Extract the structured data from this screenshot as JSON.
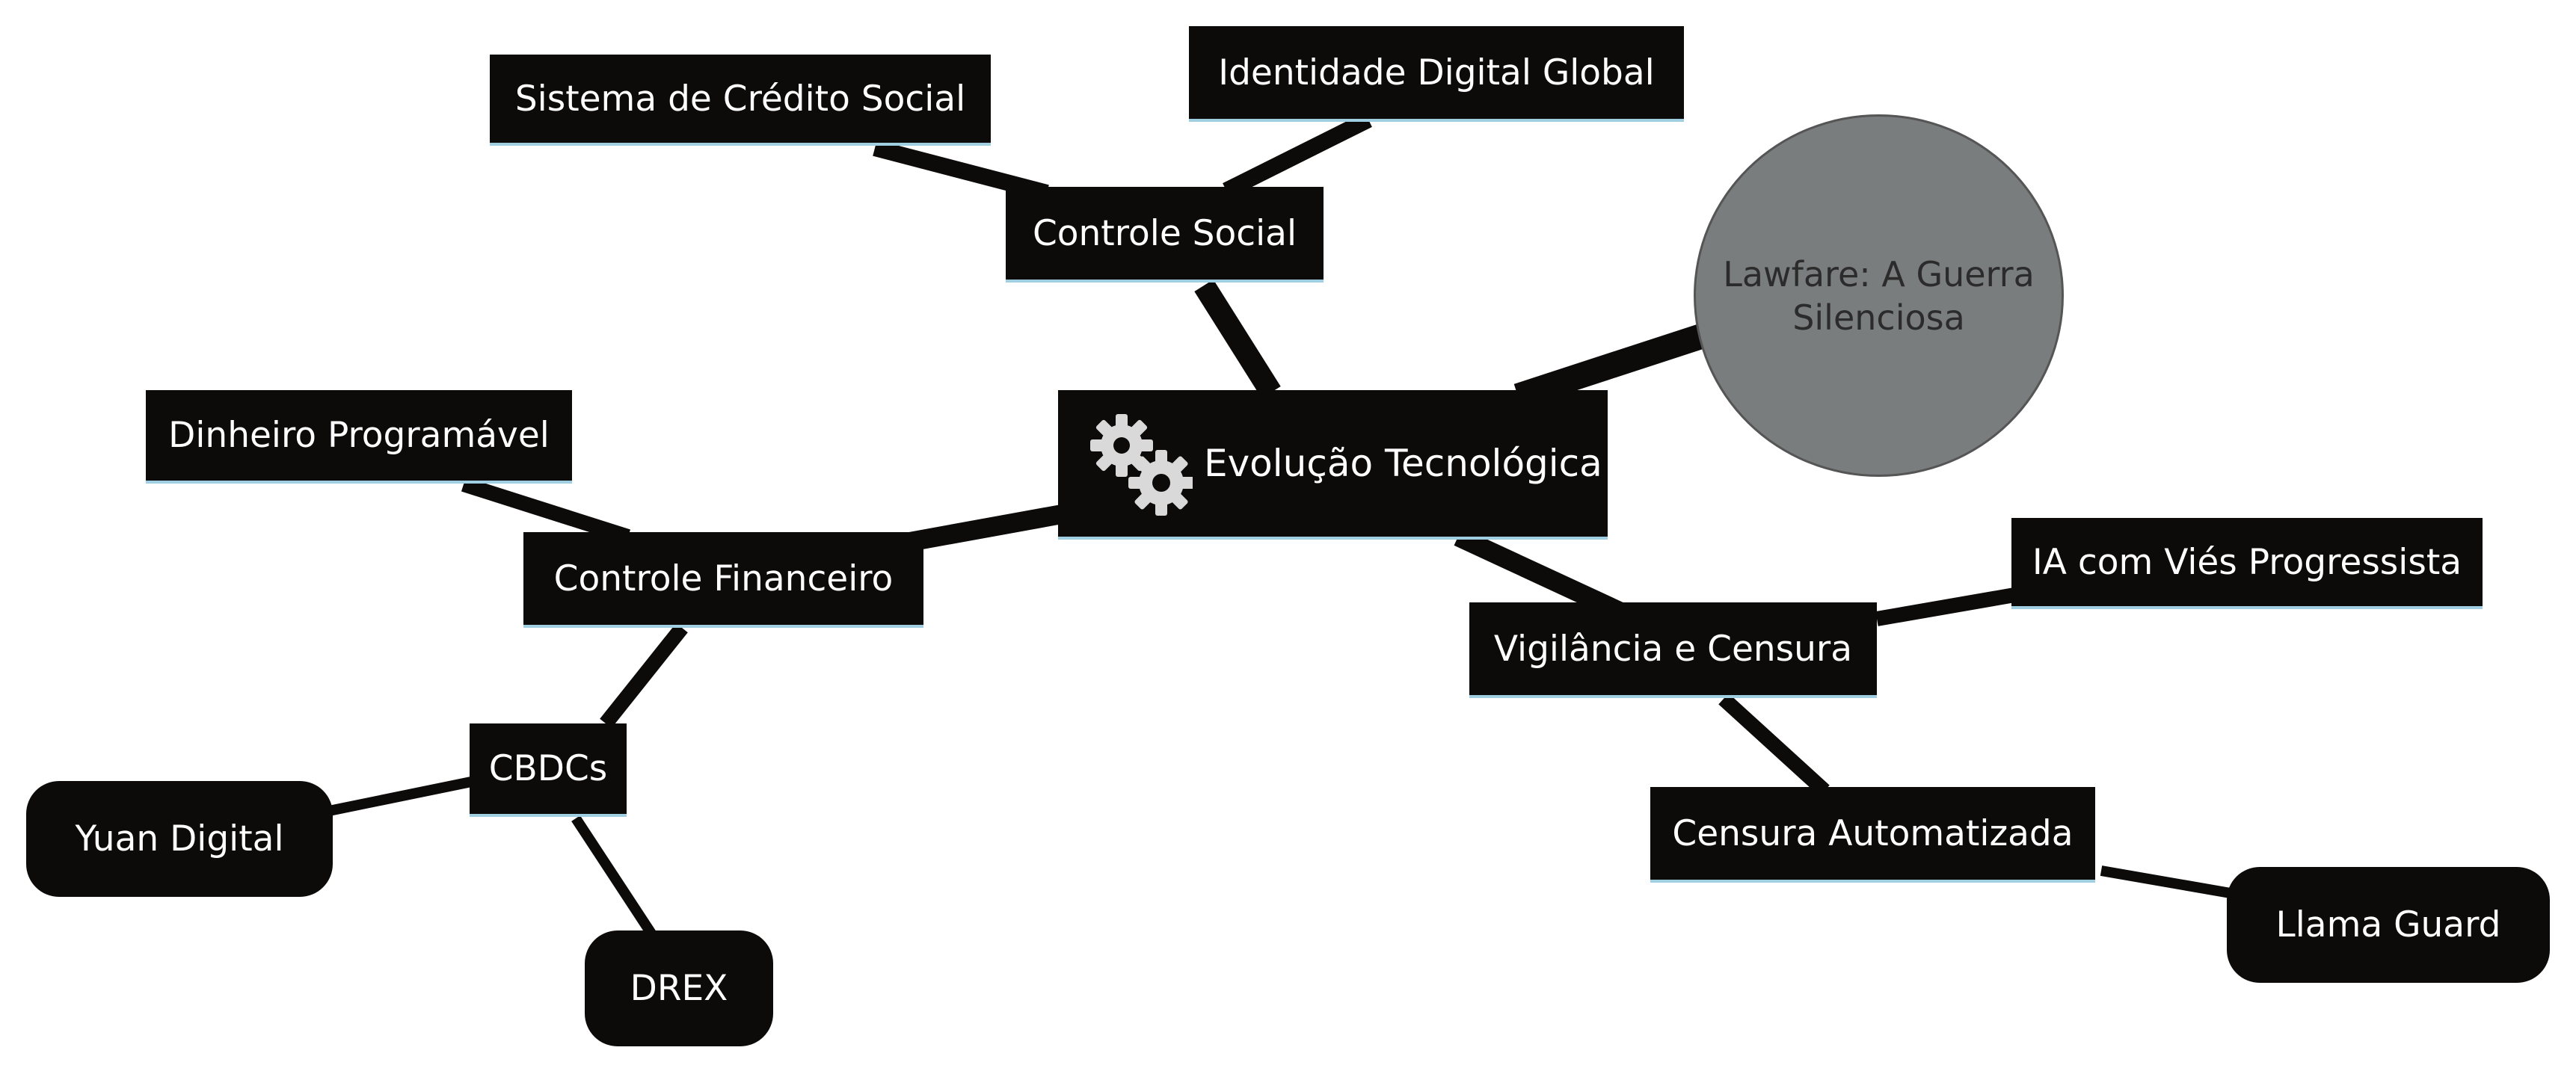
{
  "colors": {
    "node_bg": "#0d0a0a",
    "node_text": "#ffffff",
    "underline": "#9fcfe0",
    "circle_bg": "#7a7d7d",
    "circle_text": "#2b2b2b",
    "edge": "#0d0a0a"
  },
  "root": {
    "label": "Evolução Tecnológica",
    "icon": "gears-icon"
  },
  "nodes": {
    "lawfare": "Lawfare: A Guerra Silenciosa",
    "controle_social": "Controle Social",
    "credito_social": "Sistema de Crédito Social",
    "identidade_digital": "Identidade Digital Global",
    "controle_financeiro": "Controle Financeiro",
    "dinheiro_programavel": "Dinheiro Programável",
    "cbdcs": "CBDCs",
    "yuan_digital": "Yuan Digital",
    "drex": "DREX",
    "vigilancia": "Vigilância e Censura",
    "ia_vies": "IA com Viés Progressista",
    "censura_auto": "Censura Automatizada",
    "llama_guard": "Llama Guard"
  }
}
